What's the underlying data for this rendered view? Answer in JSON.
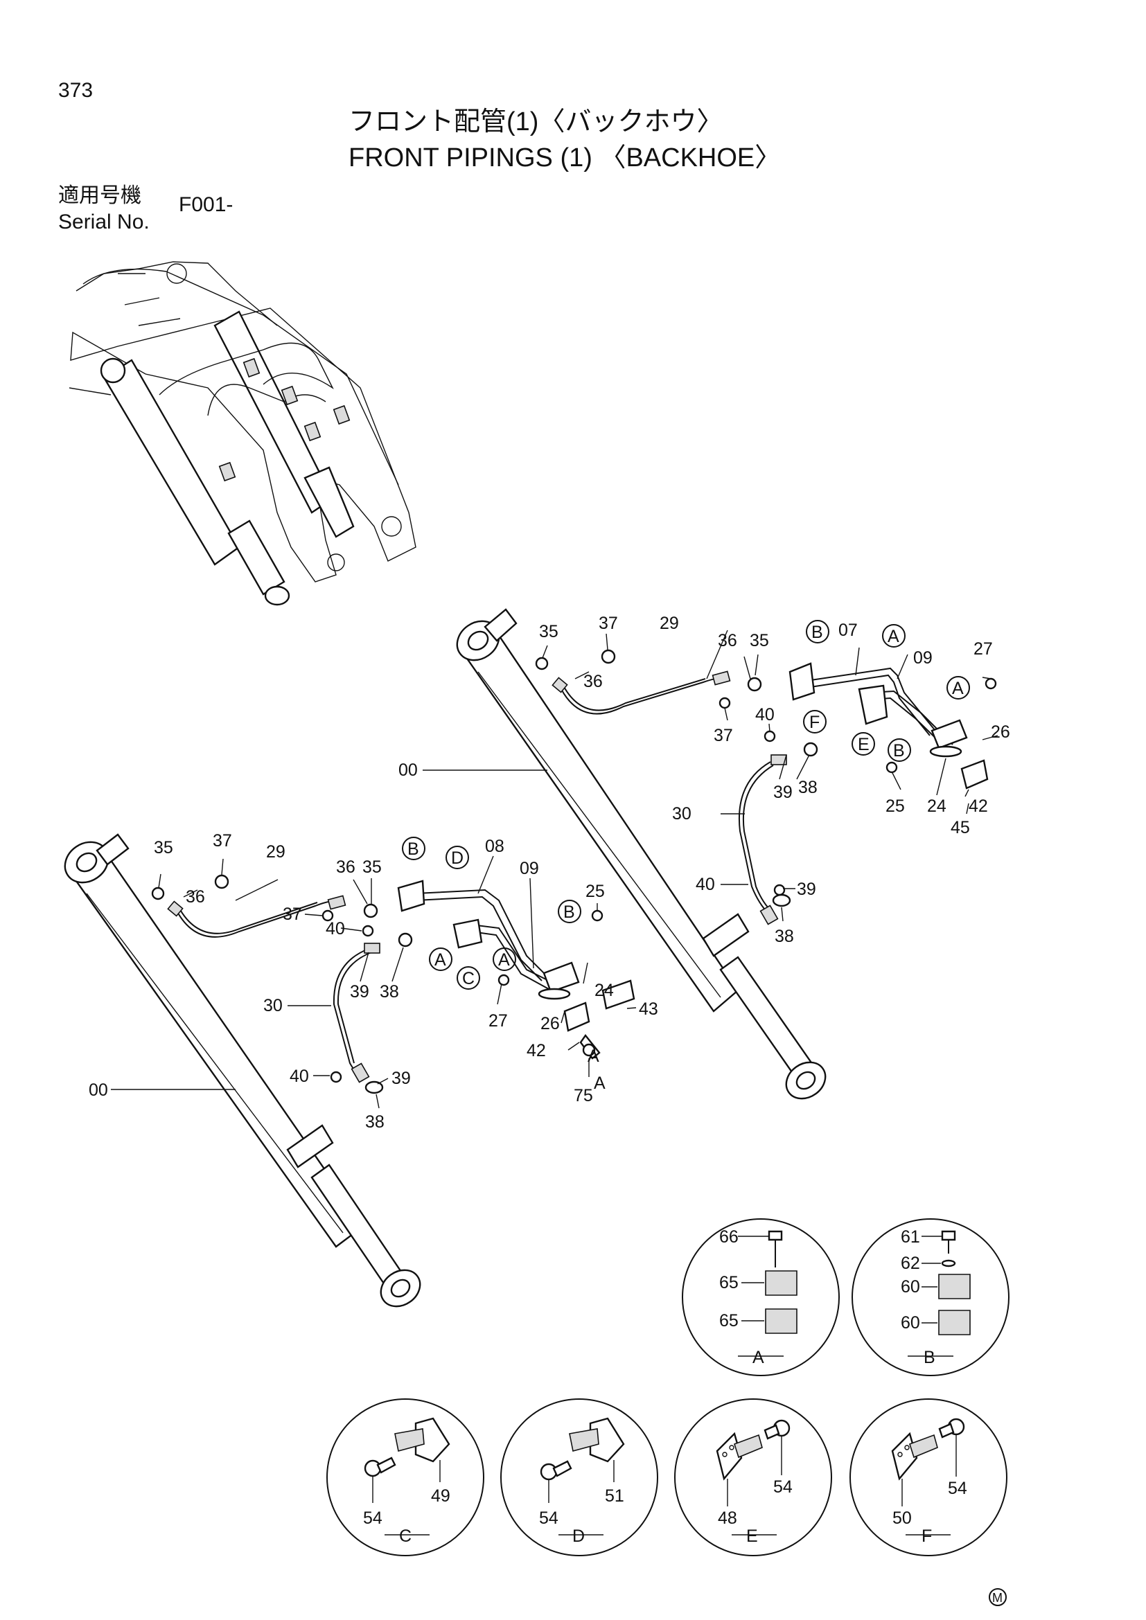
{
  "page_number": "373",
  "title_jp": "フロント配管(1)〈バックホウ〉",
  "title_en": "FRONT PIPINGS (1) 〈BACKHOE〉",
  "serial_label_jp": "適用号機",
  "serial_label_en": "Serial No.",
  "serial_value": "F001-",
  "mark": "M",
  "callouts": [
    "35",
    "37",
    "29",
    "36",
    "35",
    "36",
    "37",
    "40",
    "39",
    "38",
    "30",
    "00",
    "39",
    "40",
    "38",
    "07",
    "09",
    "27",
    "26",
    "25",
    "24",
    "42",
    "45",
    "35",
    "37",
    "36",
    "29",
    "36",
    "35",
    "37",
    "40",
    "39",
    "38",
    "30",
    "08",
    "09",
    "25",
    "24",
    "43",
    "27",
    "26",
    "42",
    "75",
    "00",
    "40",
    "39",
    "38"
  ],
  "letter_circles": [
    "B",
    "A",
    "A",
    "F",
    "E",
    "B",
    "B",
    "D",
    "A",
    "C",
    "A",
    "B"
  ],
  "detail_views": [
    {
      "label": "A",
      "parts": [
        "66",
        "65",
        "65"
      ]
    },
    {
      "label": "B",
      "parts": [
        "61",
        "62",
        "60",
        "60"
      ]
    },
    {
      "label": "C",
      "parts": [
        "54",
        "49"
      ]
    },
    {
      "label": "D",
      "parts": [
        "54",
        "51"
      ]
    },
    {
      "label": "E",
      "parts": [
        "48",
        "54"
      ]
    },
    {
      "label": "F",
      "parts": [
        "50",
        "54"
      ]
    }
  ],
  "small_letters": [
    "A",
    "A"
  ]
}
